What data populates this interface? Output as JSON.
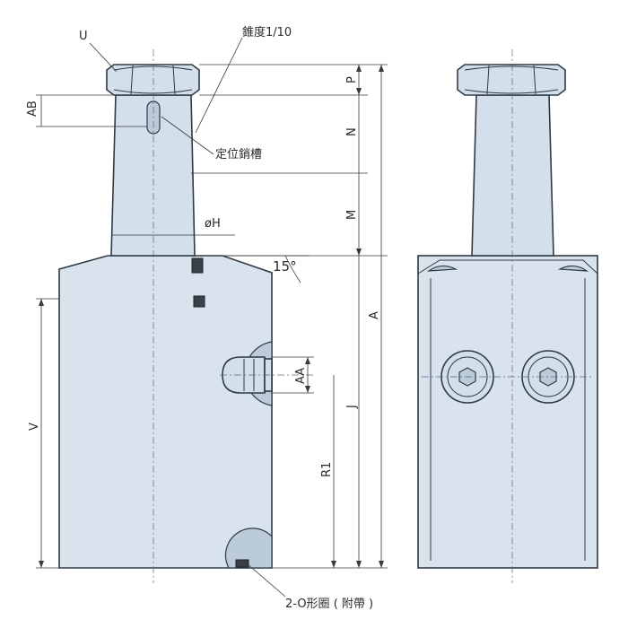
{
  "labels": {
    "u": "U",
    "taper": "錐度1/10",
    "ab": "AB",
    "locating_groove": "定位銷槽",
    "phi_h": "øH",
    "angle": "15°",
    "p": "P",
    "n": "N",
    "m": "M",
    "a": "A",
    "aa": "AA",
    "j": "J",
    "r1": "R1",
    "v": "V",
    "o_ring": "2-O形圈 ( 附帶 )"
  },
  "colors": {
    "body": "#d9e3ee",
    "outline": "#2f3a45",
    "dimension": "#3a3a3a"
  }
}
